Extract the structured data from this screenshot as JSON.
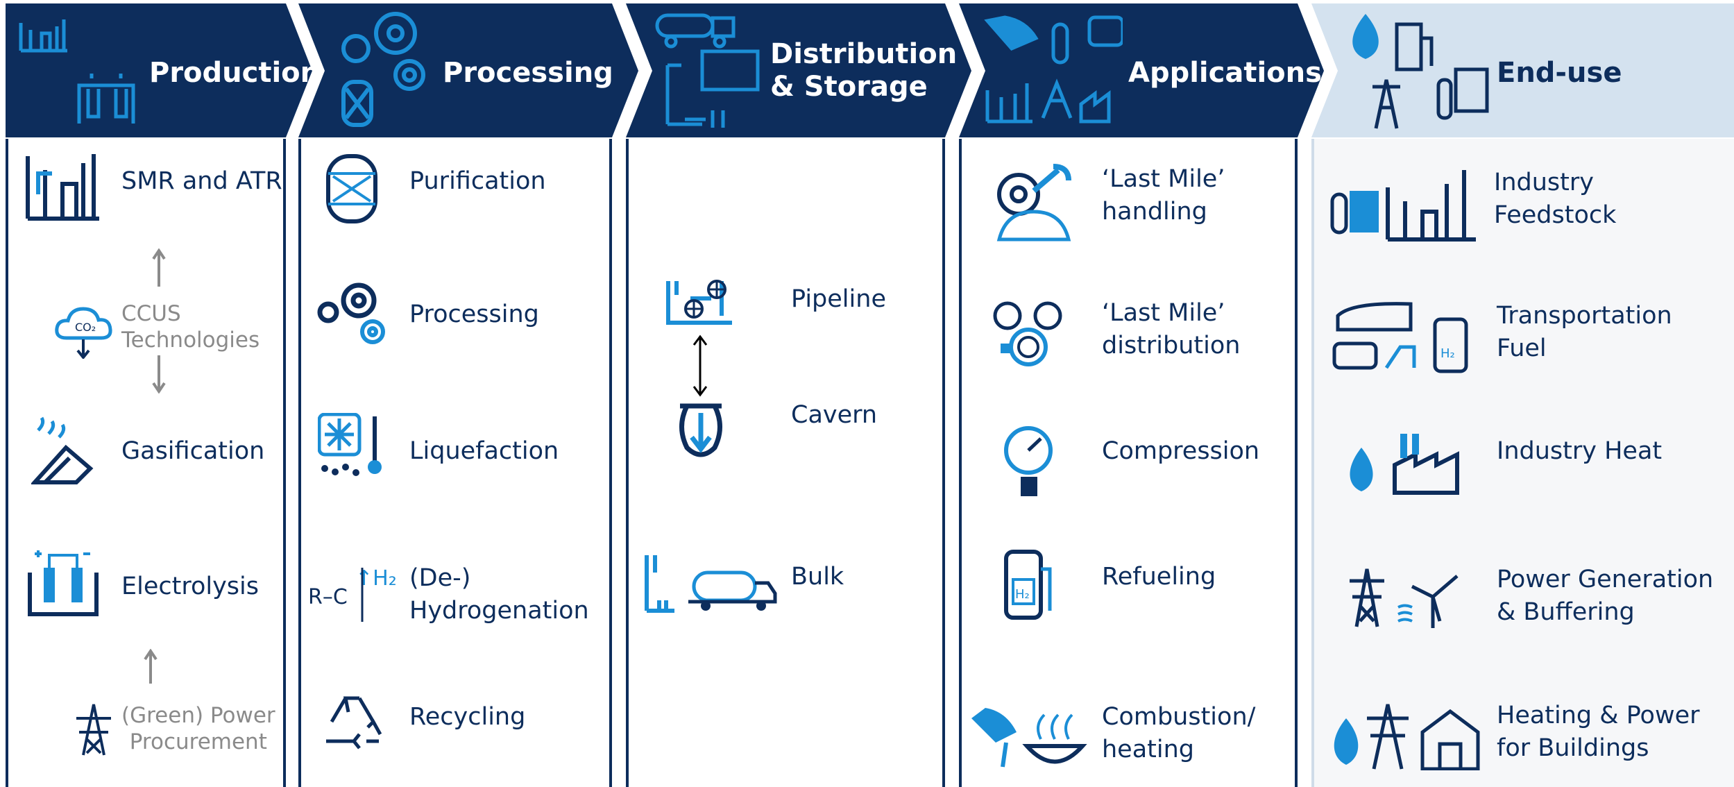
{
  "colors": {
    "navy": "#0d2d5c",
    "blue": "#1b8ed6",
    "light_blue": "#d4e2ef",
    "gray": "#8a8a8a"
  },
  "columns": [
    {
      "title": "Production",
      "items": [
        "SMR and ATR",
        "CCUS\nTechnologies",
        "Gasification",
        "Electrolysis",
        "(Green) Power\nProcurement"
      ]
    },
    {
      "title": "Processing",
      "items": [
        "Purification",
        "Processing",
        "Liquefaction",
        "(De-)\nHydrogenation",
        "Recycling"
      ]
    },
    {
      "title": "Distribution\n& Storage",
      "items": [
        "Pipeline",
        "Cavern",
        "Bulk"
      ]
    },
    {
      "title": "Applications",
      "items": [
        "‘Last Mile’\nhandling",
        "‘Last Mile’\ndistribution",
        "Compression",
        "Refueling",
        "Combustion/\nheating"
      ]
    },
    {
      "title": "End-use",
      "items": [
        "Industry\nFeedstock",
        "Transportation\nFuel",
        "Industry Heat",
        "Power Generation\n& Buffering",
        "Heating & Power\nfor Buildings"
      ]
    }
  ],
  "icons": {
    "production": [
      "refinery-icon",
      "cloud-co2-icon",
      "gasification-icon",
      "electrolysis-icon",
      "power-pylon-icon"
    ],
    "processing": [
      "purifier-vessel-icon",
      "gears-icon",
      "snowflake-thermometer-icon",
      "chemical-formula-icon",
      "recycle-icon"
    ],
    "distribution": [
      "pipeline-icon",
      "cavern-icon",
      "tank-truck-icon"
    ],
    "applications": [
      "gear-wrench-icon",
      "gauges-icon",
      "pressure-gauge-icon",
      "fuel-pump-icon",
      "ladle-burner-icon"
    ],
    "end_use": [
      "feedstock-icon",
      "transport-icon",
      "flame-factory-icon",
      "pylon-windmill-icon",
      "flame-pylon-house-icon"
    ]
  },
  "chem": {
    "formula": "R–C",
    "h2": "↑H₂"
  },
  "h2_label": "H₂",
  "co2_label": "CO₂"
}
